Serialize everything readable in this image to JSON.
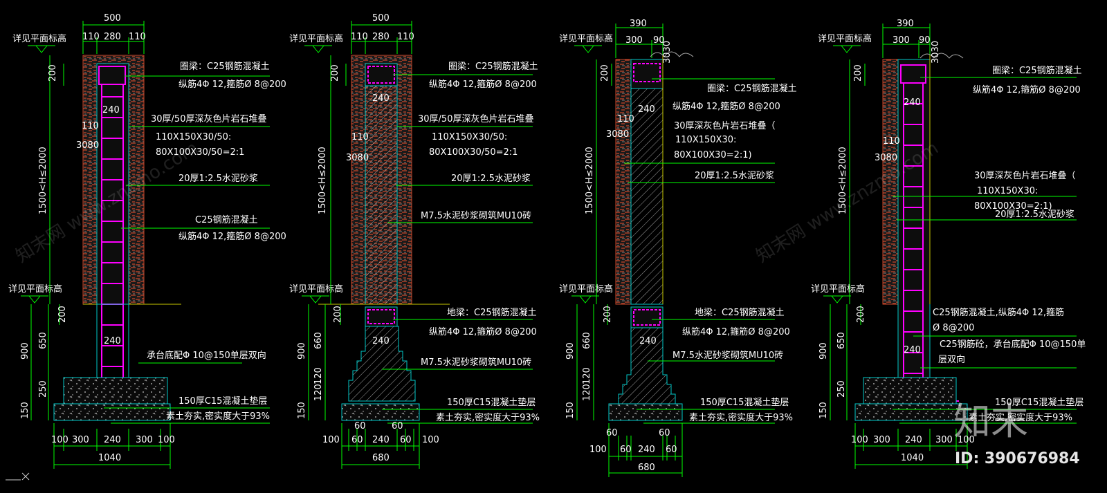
{
  "sections": [
    {
      "id": "A",
      "top_dims": [
        "500",
        "110",
        "280",
        "110"
      ],
      "elev_top": "详见平面标高",
      "elev_ground": "详见平面标高",
      "v_upper": [
        "200",
        "1500<H≤2000"
      ],
      "v_lower": [
        "200",
        "650",
        "250",
        "150",
        "900"
      ],
      "inner_dims": [
        "240",
        "110",
        "3080",
        "240"
      ],
      "labels": [
        "圈梁：C25钢筋混凝土",
        "纵筋4Φ 12,箍筋Ø 8@200",
        "30厚/50厚深灰色片岩石堆叠",
        "110X150X30/50:",
        "80X100X30/50=2:1",
        "20厚1:2.5水泥砂浆",
        "C25钢筋混凝土",
        "纵筋4Φ 12,箍筋Ø 8@200",
        "承台底配Φ 10@150单层双向",
        "150厚C15混凝土垫层",
        "素土夯实,密实度大于93%"
      ],
      "bottom_dims": [
        "100",
        "300",
        "240",
        "300",
        "100"
      ],
      "bottom_total": "1040"
    },
    {
      "id": "B",
      "top_dims": [
        "500",
        "110",
        "280",
        "110"
      ],
      "elev_top": "详见平面标高",
      "elev_ground": "详见平面标高",
      "v_upper": [
        "200",
        "1500<H≤2000"
      ],
      "v_lower": [
        "200",
        "660",
        "120",
        "120",
        "150",
        "900"
      ],
      "inner_dims": [
        "240",
        "110",
        "3080",
        "240"
      ],
      "labels": [
        "圈梁：C25钢筋混凝土",
        "纵筋4Φ 12,箍筋Ø 8@200",
        "30厚/50厚深灰色片岩石堆叠",
        "110X150X30/50:",
        "80X100X30/50=2:1",
        "20厚1:2.5水泥砂浆",
        "M7.5水泥砂浆砌筑MU10砖",
        "地梁：C25钢筋混凝土",
        "纵筋4Φ 12,箍筋Ø 8@200",
        "M7.5水泥砂浆砌筑MU10砖",
        "150厚C15混凝土垫层",
        "素土夯实,密实度大于93%"
      ],
      "bottom_dims": [
        "100",
        "60",
        "60",
        "240",
        "60",
        "60",
        "100"
      ],
      "bottom_total": "680"
    },
    {
      "id": "C",
      "top_dims": [
        "390",
        "300",
        "90"
      ],
      "elev_top": "详见平面标高",
      "elev_ground": "详见平面标高",
      "v_upper": [
        "200",
        "1500<H≤2000"
      ],
      "v_lower": [
        "200",
        "660",
        "120",
        "120",
        "150",
        "900"
      ],
      "inner_dims": [
        "240",
        "110",
        "3080",
        "240",
        "3030"
      ],
      "labels": [
        "圈梁：C25钢筋混凝土",
        "纵筋4Φ 12,箍筋Ø 8@200",
        "30厚深灰色片岩石堆叠（",
        "110X150X30:",
        "80X100X30=2:1)",
        "20厚1:2.5水泥砂浆",
        "地梁：C25钢筋混凝土",
        "纵筋4Φ 12,箍筋Ø 8@200",
        "M7.5水泥砂浆砌筑MU10砖",
        "150厚C15混凝土垫层",
        "素土夯实,密实度大于93%"
      ],
      "bottom_dims": [
        "100",
        "60",
        "60",
        "240",
        "60",
        "60"
      ],
      "bottom_total": "680"
    },
    {
      "id": "D",
      "top_dims": [
        "390",
        "300",
        "90"
      ],
      "elev_top": "详见平面标高",
      "elev_ground": "详见平面标高",
      "v_upper": [
        "200",
        "1500<H≤2000"
      ],
      "v_lower": [
        "200",
        "650",
        "250",
        "150",
        "900"
      ],
      "inner_dims": [
        "240",
        "110",
        "3080",
        "240",
        "3030"
      ],
      "labels": [
        "圈梁：C25钢筋混凝土",
        "纵筋4Φ 12,箍筋Ø 8@200",
        "30厚深灰色片岩石堆叠（",
        "110X150X30:",
        "80X100X30=2:1)",
        "20厚1:2.5水泥砂浆",
        "C25钢筋混凝土,纵筋4Φ 12,箍筋",
        "Ø 8@200",
        "C25钢筋砼，承台底配Φ 10@150单",
        "层双向",
        "150厚C15混凝土垫层",
        "素土夯实,密实度大于93%"
      ],
      "bottom_dims": [
        "100",
        "300",
        "240",
        "300",
        "100"
      ],
      "bottom_total": "1040"
    }
  ],
  "watermarks": [
    "知末网 www.znzmo.com",
    "知末",
    "ID: 390676984"
  ],
  "colors": {
    "background": "#000000",
    "dim_green": "#00ff00",
    "text_white": "#ffffff",
    "brick_red": "#c8462a",
    "rebar_magenta": "#ff00ff",
    "foot_cyan": "#00c8c8",
    "beam_yellow": "#ffff00"
  }
}
